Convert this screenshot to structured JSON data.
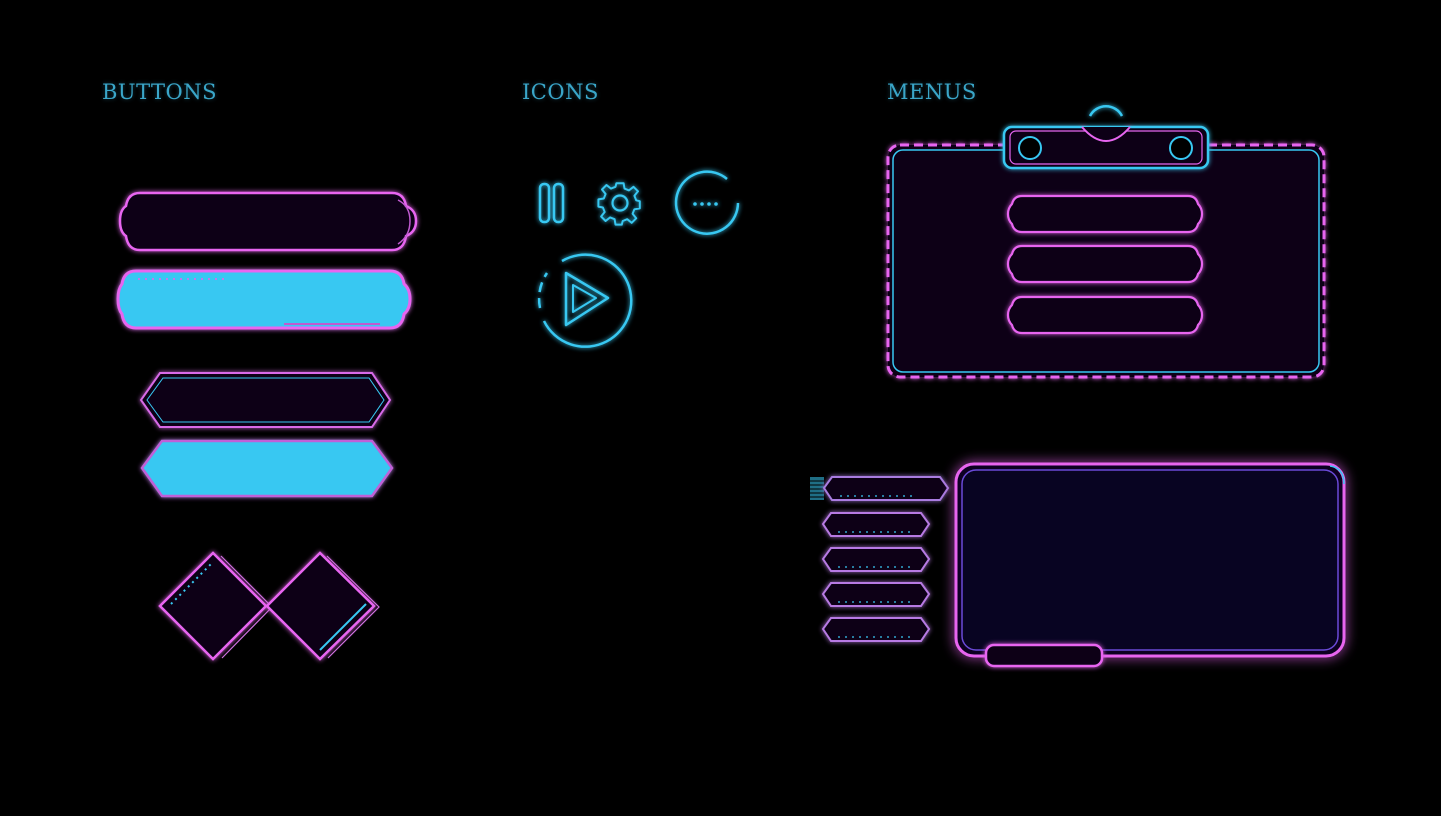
{
  "sections": {
    "buttons": "BUTTONS",
    "icons": "ICONS",
    "menus": "MENUS"
  },
  "colors": {
    "background": "#000000",
    "neon_pink": "#e865f0",
    "neon_cyan": "#38c8f2",
    "panel_fill": "#07051a",
    "title": "#3aa6c9"
  },
  "icons": [
    "pause-icon",
    "gear-icon",
    "more-icon",
    "play-icon"
  ],
  "menus": {
    "top_panel_item_count": 3,
    "side_tab_count": 5,
    "selected_side_tab": 1
  }
}
